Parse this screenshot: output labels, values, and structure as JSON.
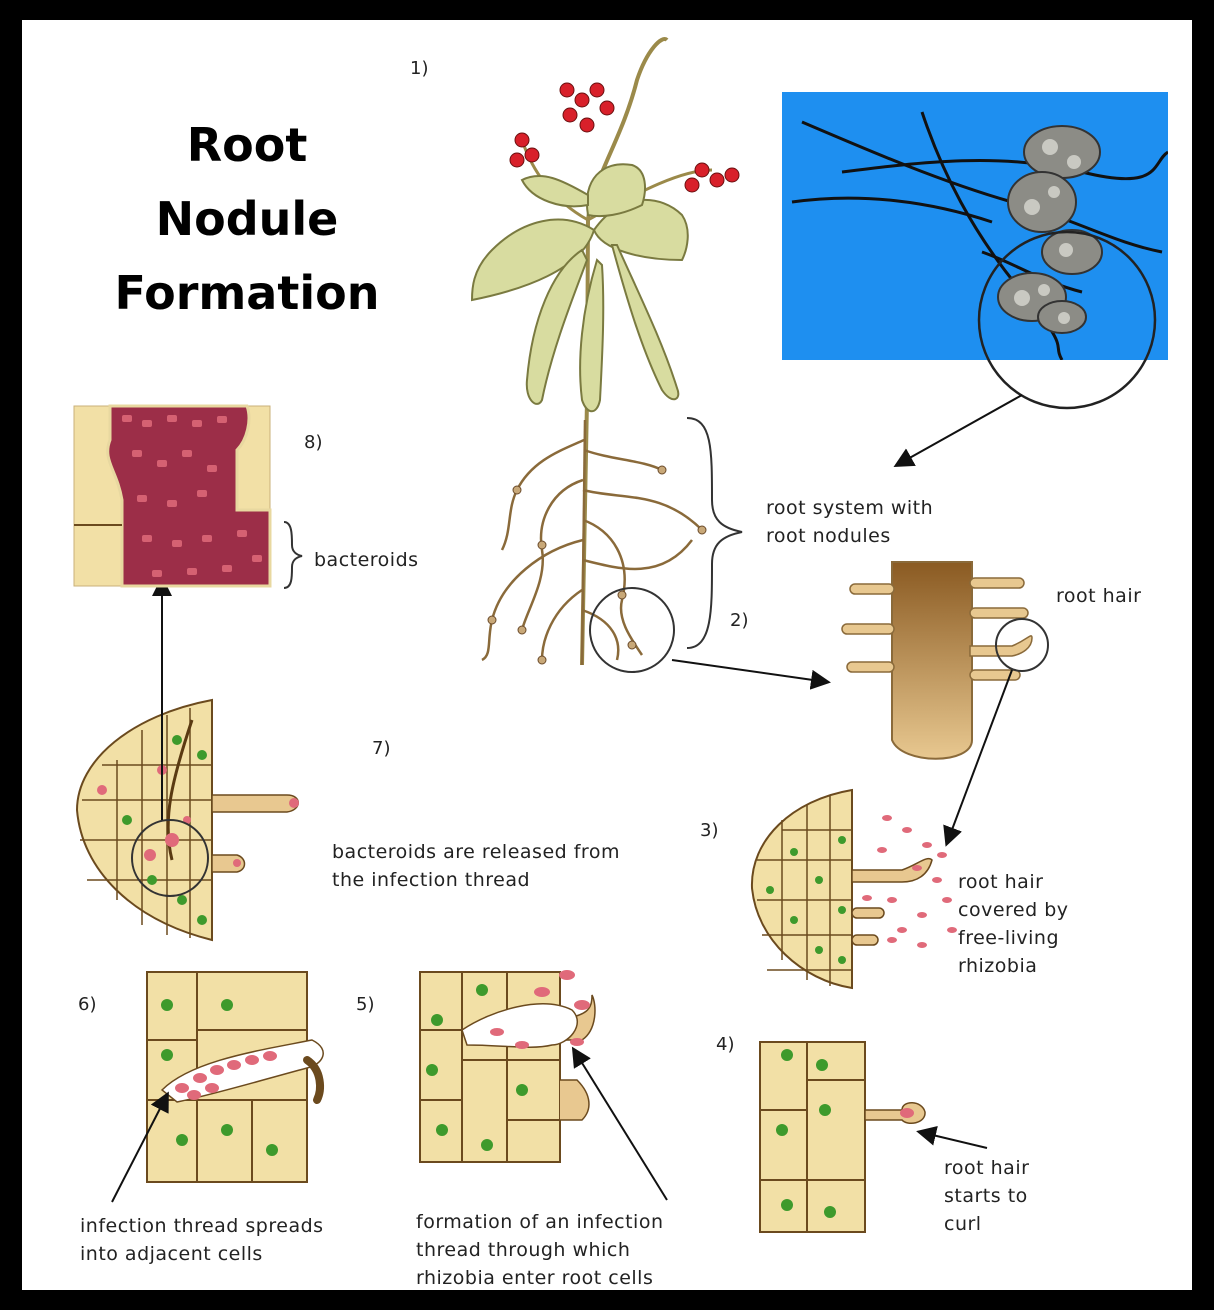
{
  "title": {
    "line1": "Root",
    "line2": "Nodule",
    "line3": "Formation"
  },
  "steps": {
    "s1": "1)",
    "s2": "2)",
    "s3": "3)",
    "s4": "4)",
    "s5": "5)",
    "s6": "6)",
    "s7": "7)",
    "s8": "8)"
  },
  "labels": {
    "root_system": "root system with\nroot nodules",
    "root_hair": "root hair",
    "bacteroids": "bacteroids",
    "released": "bacteroids are released from\nthe infection thread",
    "covered": "root hair\ncovered by\nfree-living\nrhizobia",
    "curl": "root hair\nstarts to\ncurl",
    "spreads": "infection thread spreads\ninto adjacent cells",
    "formation": "formation of an infection\nthread through which\nrhizobia enter root cells"
  },
  "colors": {
    "sky_photo": "#1e8ff0",
    "leaf": "#d8dca0",
    "flower": "#d8202a",
    "cell_wall": "#6b4a1e",
    "cell_fill": "#f2e0a6",
    "nucleus": "#3e9a2c",
    "rhizobia": "#e06a7a",
    "bacteroid_fill": "#9c2e48"
  }
}
